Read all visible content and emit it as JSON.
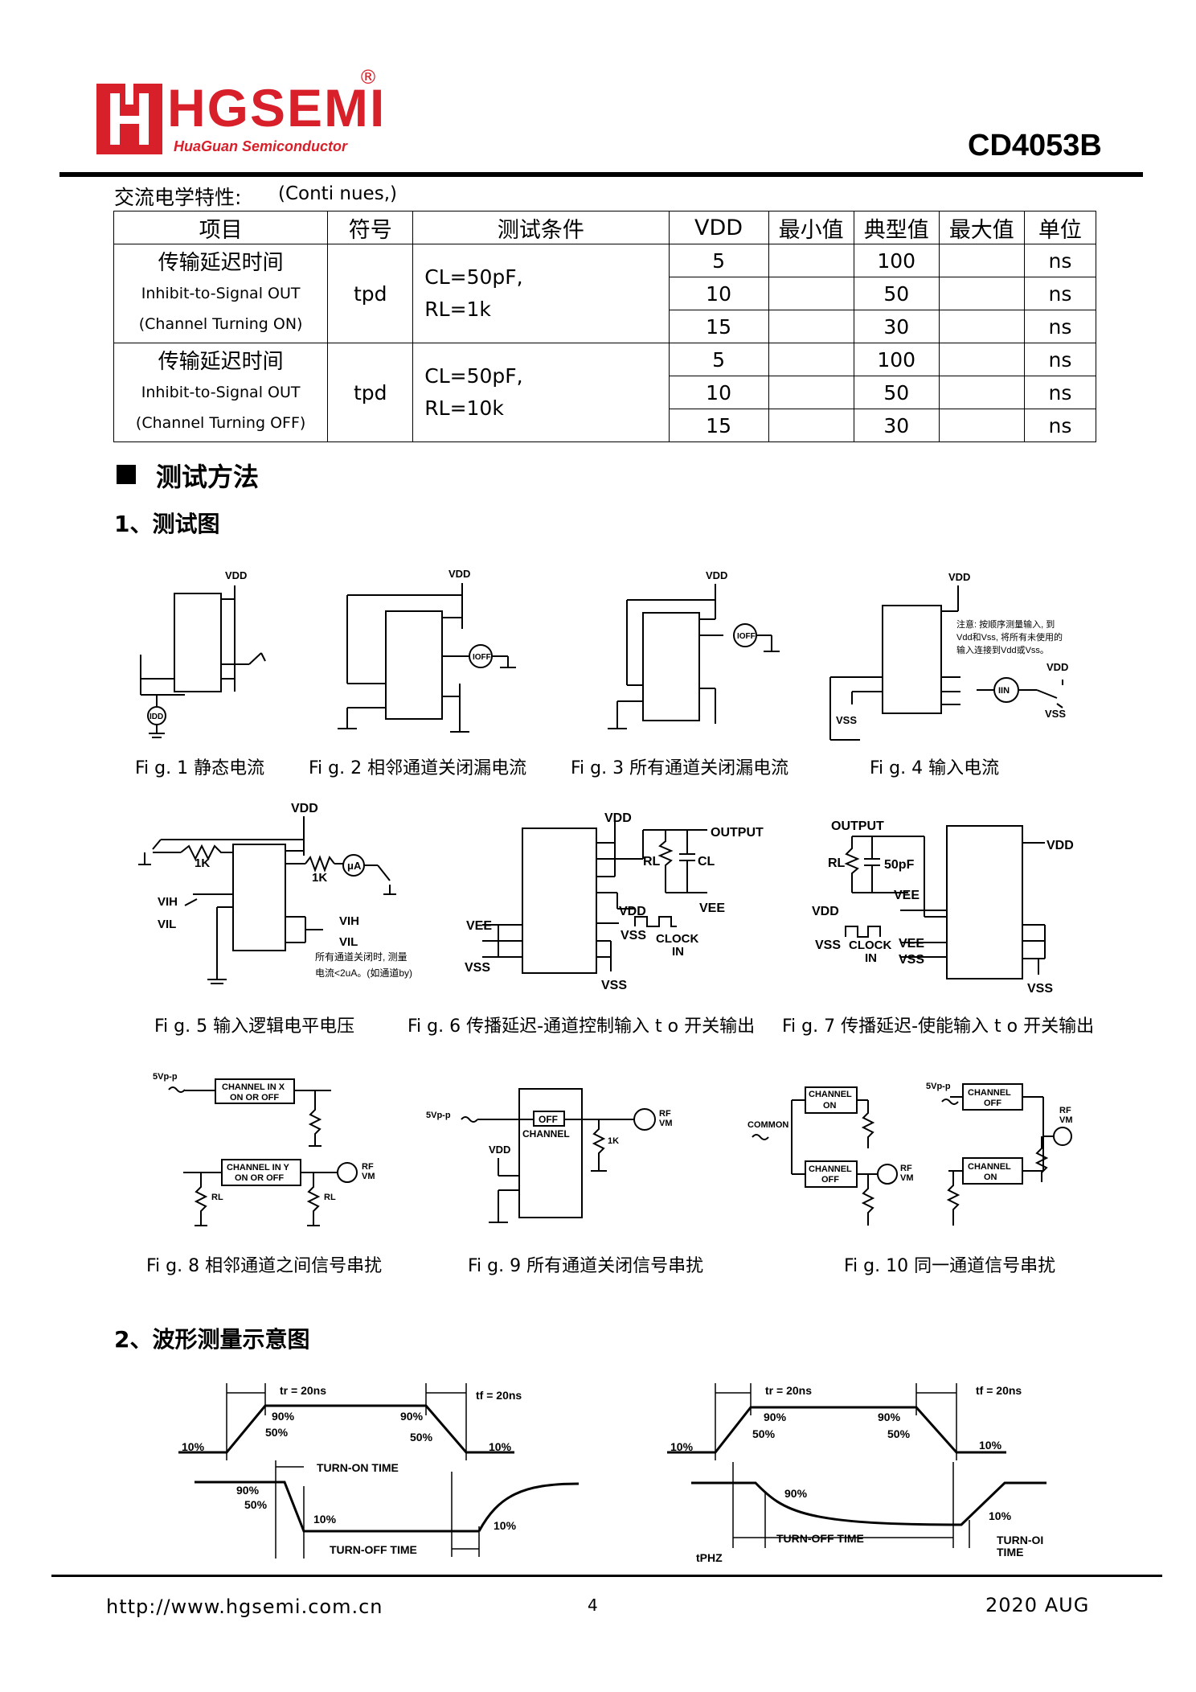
{
  "header": {
    "logo_letters": "HGSEMI",
    "registered": "®",
    "logo_sub": "HuaGuan Semiconductor",
    "part_number": "CD4053B"
  },
  "section_ac": {
    "title": "交流电学特性:",
    "continues": "(Conti nues,)"
  },
  "table": {
    "headers": [
      "项目",
      "符号",
      "测试条件",
      "VDD",
      "最小值",
      "典型值",
      "最大值",
      "单位"
    ],
    "groups": [
      {
        "item_zh": "传输延迟时间",
        "item_en1": "Inhibit-to-Signal OUT",
        "item_en2": "(Channel Turning ON)",
        "symbol": "tpd",
        "cond1": "CL=50pF,",
        "cond2": "RL=1k",
        "rows": [
          {
            "vdd": "5",
            "typ": "100",
            "unit": "ns"
          },
          {
            "vdd": "10",
            "typ": "50",
            "unit": "ns"
          },
          {
            "vdd": "15",
            "typ": "30",
            "unit": "ns"
          }
        ]
      },
      {
        "item_zh": "传输延迟时间",
        "item_en1": "Inhibit-to-Signal OUT",
        "item_en2": "(Channel Turning OFF)",
        "symbol": "tpd",
        "cond1": "CL=50pF,",
        "cond2": "RL=10k",
        "rows": [
          {
            "vdd": "5",
            "typ": "100",
            "unit": "ns"
          },
          {
            "vdd": "10",
            "typ": "50",
            "unit": "ns"
          },
          {
            "vdd": "15",
            "typ": "30",
            "unit": "ns"
          }
        ]
      }
    ]
  },
  "section_test": {
    "title": "测试方法",
    "sub1": "1、测试图",
    "sub2": "2、波形测量示意图"
  },
  "figures": {
    "fig1": "Fi g. 1  静态电流",
    "fig2": "Fi g. 2  相邻通道关闭漏电流",
    "fig3": "Fi g. 3  所有通道关闭漏电流",
    "fig4": "Fi g. 4 输入电流",
    "fig5": "Fi g. 5  输入逻辑电平电压",
    "fig6": "Fi g. 6 传播延迟-通道控制输入 t o 开关输出",
    "fig7": "Fi g. 7 传播延迟-使能输入 t o 开关输出",
    "fig8": "Fi g. 8 相邻通道之间信号串扰",
    "fig9": "Fi g. 9 所有通道关闭信号串扰",
    "fig10": "Fi g. 10 同一通道信号串扰"
  },
  "schematic_text": {
    "vdd": "VDD",
    "vss": "VSS",
    "vee": "VEE",
    "vih": "VIH",
    "vil": "VIL",
    "idd": "IDD",
    "ioff": "IOFF",
    "iin": "IIN",
    "ua": "μA",
    "k1": "1K",
    "rl": "RL",
    "cl": "CL",
    "output": "OUTPUT",
    "clock1": "CLOCK",
    "clock2": "IN",
    "pf50": "50pF",
    "note4a": "注意: 按顺序测量输入, 到",
    "note4b": "Vdd和Vss, 将所有未使用的",
    "note4c": "输入连接到Vdd或Vss。",
    "note5a": "所有通道关闭时, 测量",
    "note5b": "电流<2uA。(如通道by)",
    "vpp": "5Vp-p",
    "chx1": "CHANNEL IN X",
    "chx2": "ON OR OFF",
    "chy1": "CHANNEL IN Y",
    "chy2": "ON OR OFF",
    "rf": "RF",
    "vm": "VM",
    "off": "OFF",
    "channel": "CHANNEL",
    "one_k": "1K",
    "common": "COMMON",
    "ch_on1": "CHANNEL",
    "ch_on2": "ON",
    "ch_off2": "OFF"
  },
  "waveform": {
    "tr": "tr = 20ns",
    "tf": "tf = 20ns",
    "p90": "90%",
    "p50": "50%",
    "p10": "10%",
    "turn_on": "TURN-ON TIME",
    "turn_off": "TURN-OFF TIME",
    "turn_oi": "TURN-OI",
    "time": "TIME",
    "tphz": "tPHZ"
  },
  "footer": {
    "url": "http://www.hgsemi.com.cn",
    "page": "4",
    "date": "2020 AUG"
  }
}
